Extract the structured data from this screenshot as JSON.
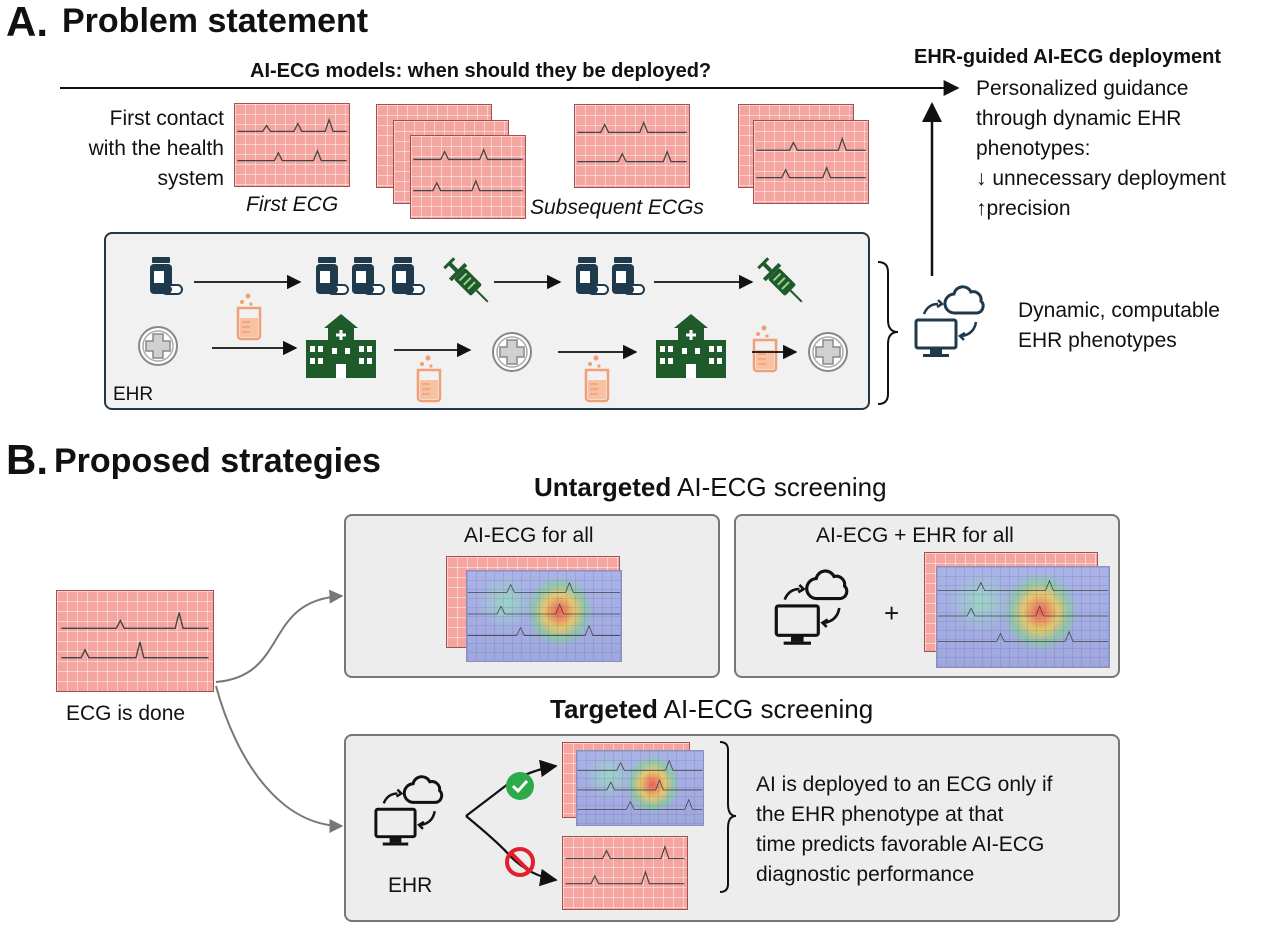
{
  "section_a": {
    "letter": "A.",
    "title": "Problem statement",
    "question": "AI-ECG models: when should they be deployed?",
    "first_contact": [
      "First contact",
      "with the health",
      "system"
    ],
    "first_ecg_label": "First ECG",
    "subsequent_label": "Subsequent ECGs",
    "ehr_label": "EHR",
    "phenotype_label": [
      "Dynamic, computable",
      "EHR phenotypes"
    ],
    "deployment_title": "EHR-guided AI-ECG deployment",
    "deployment_lines": [
      "Personalized guidance",
      "through dynamic EHR",
      "phenotypes:",
      "↓ unnecessary deployment",
      "↑precision"
    ]
  },
  "section_b": {
    "letter": "B.",
    "title": "Proposed strategies",
    "untargeted_bold": "Untargeted",
    "untargeted_rest": " AI-ECG screening",
    "ai_ecg_all": "AI-ECG for all",
    "ai_ecg_ehr_all": "AI-ECG + EHR for all",
    "plus": "+",
    "ecg_done": "ECG is done",
    "targeted_bold": "Targeted",
    "targeted_rest": " AI-ECG screening",
    "ehr_label": "EHR",
    "targeted_desc": [
      "AI is deployed to an ECG only if",
      "the EHR phenotype at that",
      "time predicts favorable AI-ECG",
      "diagnostic performance"
    ]
  },
  "colors": {
    "ecg_paper": "#f5a5a0",
    "navy": "#1f3a4d",
    "green": "#1e5a2a",
    "beaker": "#f0a074"
  },
  "icons": [
    "medicine-bottle-icon",
    "syringe-icon",
    "hospital-icon",
    "medical-cross-icon",
    "beaker-icon",
    "cloud-computer-icon",
    "check-icon",
    "no-icon"
  ]
}
